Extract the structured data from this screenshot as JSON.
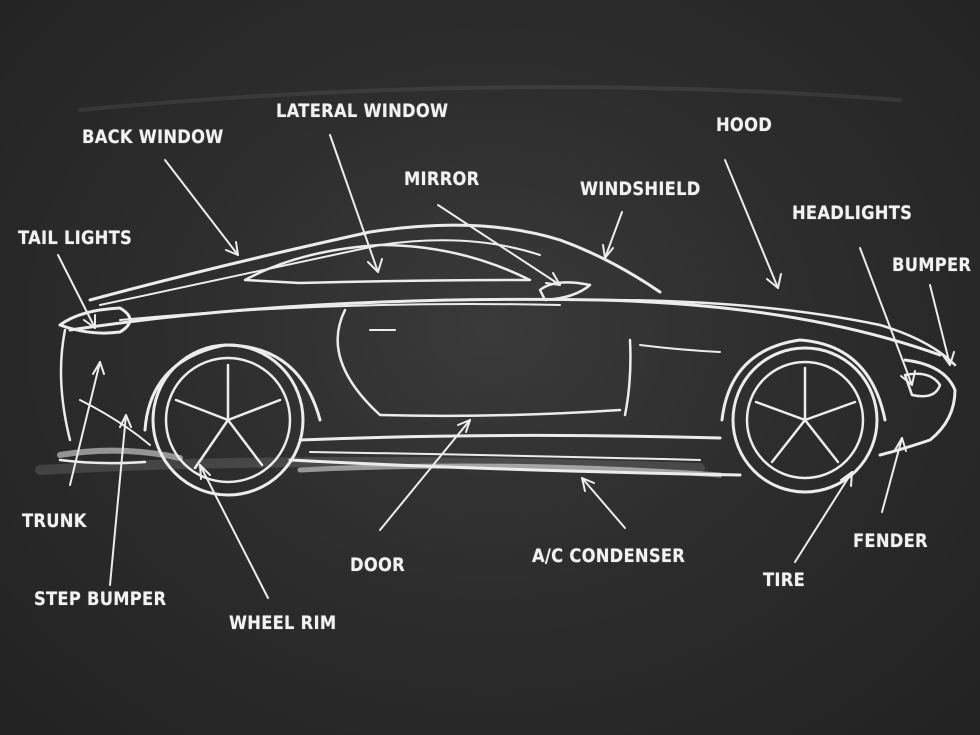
{
  "colors": {
    "board": "#2b2b2b",
    "chalk": "#ececec"
  },
  "labels": {
    "back_window": "BACK WINDOW",
    "lateral_window": "LATERAL WINDOW",
    "mirror": "MIRROR",
    "windshield": "WINDSHIELD",
    "hood": "HOOD",
    "headlights": "HEADLIGHTS",
    "bumper": "BUMPER",
    "tail_lights": "TAIL LIGHTS",
    "trunk": "TRUNK",
    "step_bumper": "STEP BUMPER",
    "wheel_rim": "WHEEL RIM",
    "door": "DOOR",
    "ac_condenser": "A/C CONDENSER",
    "tire": "TIRE",
    "fender": "FENDER"
  }
}
